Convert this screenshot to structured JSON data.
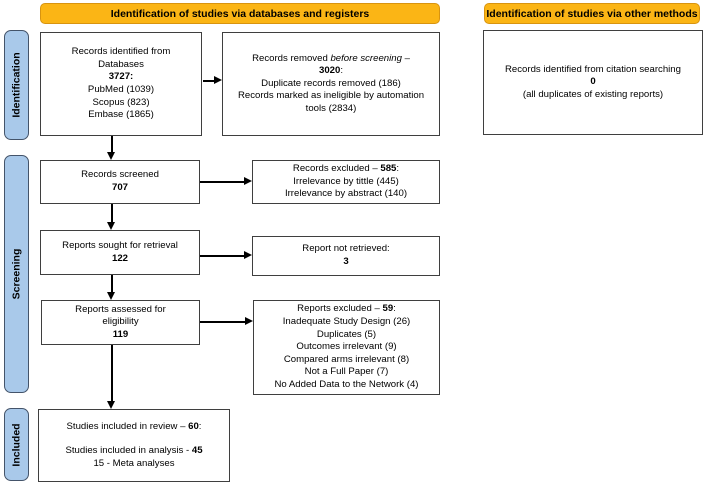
{
  "colors": {
    "header_bg": "#FBB515",
    "header_border": "#D89410",
    "sidebar_bg": "#A9C9EA",
    "sidebar_border": "#44546A",
    "box_border": "#3F3F3F",
    "arrow": "#000000"
  },
  "headers": {
    "databases": "Identification of studies via databases and registers",
    "other_methods": "Identification of studies via other methods"
  },
  "sidebar": {
    "identification": "Identification",
    "screening": "Screening",
    "included": "Included"
  },
  "boxes": {
    "records_identified": {
      "l1": "Records identified from",
      "l2": "Databases",
      "total": "3727:",
      "sources": [
        "PubMed (1039)",
        "Scopus (823)",
        "Embase (1865)"
      ]
    },
    "records_removed": {
      "pre": "Records removed ",
      "italic": "before screening",
      "post": " –",
      "total": "3020",
      "colon": ":",
      "r1": "Duplicate records removed (186)",
      "r2": "Records marked as ineligible by automation tools (2834)"
    },
    "citation": {
      "l1": "Records identified from citation searching",
      "total": "0",
      "l2": "(all duplicates of existing reports)"
    },
    "records_screened": {
      "l1": "Records screened",
      "total": "707"
    },
    "records_excluded": {
      "pre": "Records excluded – ",
      "total": "585",
      "colon": ":",
      "r1": "Irrelevance by tittle (445)",
      "r2": "Irrelevance by abstract (140)"
    },
    "reports_sought": {
      "l1": "Reports sought for retrieval",
      "total": "122"
    },
    "not_retrieved": {
      "l1": "Report not retrieved:",
      "total": "3"
    },
    "reports_assessed": {
      "l1": "Reports assessed for",
      "l2": "eligibility",
      "total": "119"
    },
    "reports_excluded": {
      "pre": "Reports excluded – ",
      "total": "59",
      "colon": ":",
      "reasons": [
        "Inadequate Study Design (26)",
        "Duplicates (5)",
        "Outcomes irrelevant (9)",
        "Compared arms irrelevant (8)",
        "Not a Full Paper (7)",
        "No Added Data to the Network (4)"
      ]
    },
    "included_box": {
      "l1pre": "Studies included in review – ",
      "l1total": "60",
      "l1colon": ":",
      "l2pre": "Studies included in analysis - ",
      "l2total": "45",
      "l3": "15 - Meta analyses"
    }
  }
}
